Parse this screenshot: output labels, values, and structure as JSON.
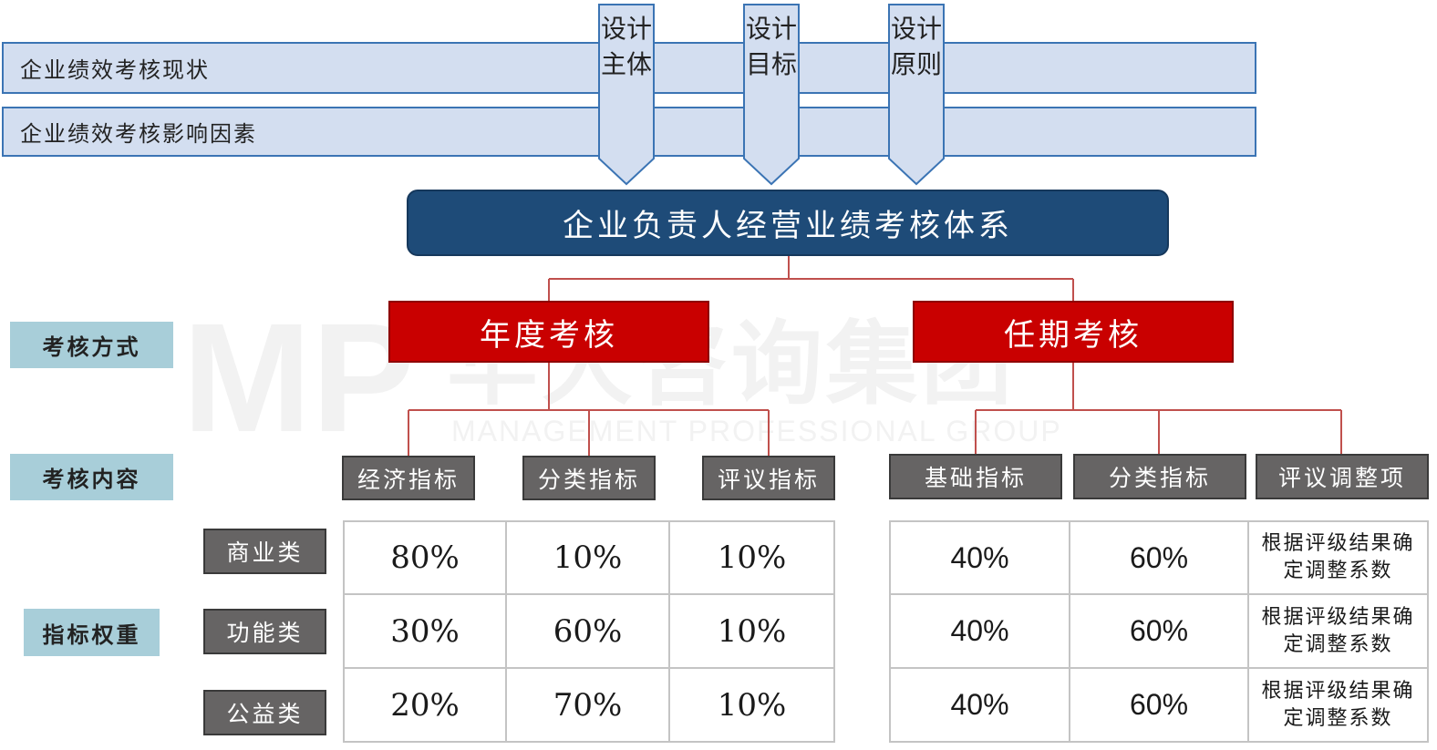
{
  "top_bands": [
    "企业绩效考核现状",
    "企业绩效考核影响因素"
  ],
  "design_arrows": [
    "设计主体",
    "设计目标",
    "设计原则"
  ],
  "system_title": "企业负责人经营业绩考核体系",
  "row_labels": {
    "method": "考核方式",
    "content": "考核内容",
    "weight": "指标权重"
  },
  "methods": {
    "annual": "年度考核",
    "tenure": "任期考核"
  },
  "annual_indicators": [
    "经济指标",
    "分类指标",
    "评议指标"
  ],
  "tenure_indicators": [
    "基础指标",
    "分类指标",
    "评议调整项"
  ],
  "enterprise_types": [
    "商业类",
    "功能类",
    "公益类"
  ],
  "annual_weights": [
    [
      "80%",
      "10%",
      "10%"
    ],
    [
      "30%",
      "60%",
      "10%"
    ],
    [
      "20%",
      "70%",
      "10%"
    ]
  ],
  "tenure_weights": [
    [
      "40%",
      "60%",
      "根据评级结果确定调整系数"
    ],
    [
      "40%",
      "60%",
      "根据评级结果确定调整系数"
    ],
    [
      "40%",
      "60%",
      "根据评级结果确定调整系数"
    ]
  ],
  "watermark": {
    "logo": "MP",
    "name": "华大咨询集团",
    "english": "MANAGEMENT PROFESSIONAL GROUP"
  },
  "colors": {
    "band_fill": "#d3def0",
    "band_border": "#3b74b4",
    "system_fill": "#1e4b78",
    "mode_fill": "#c90000",
    "connector": "#c0504d",
    "side_label": "#a8ced9",
    "indicator_fill": "#666464"
  }
}
